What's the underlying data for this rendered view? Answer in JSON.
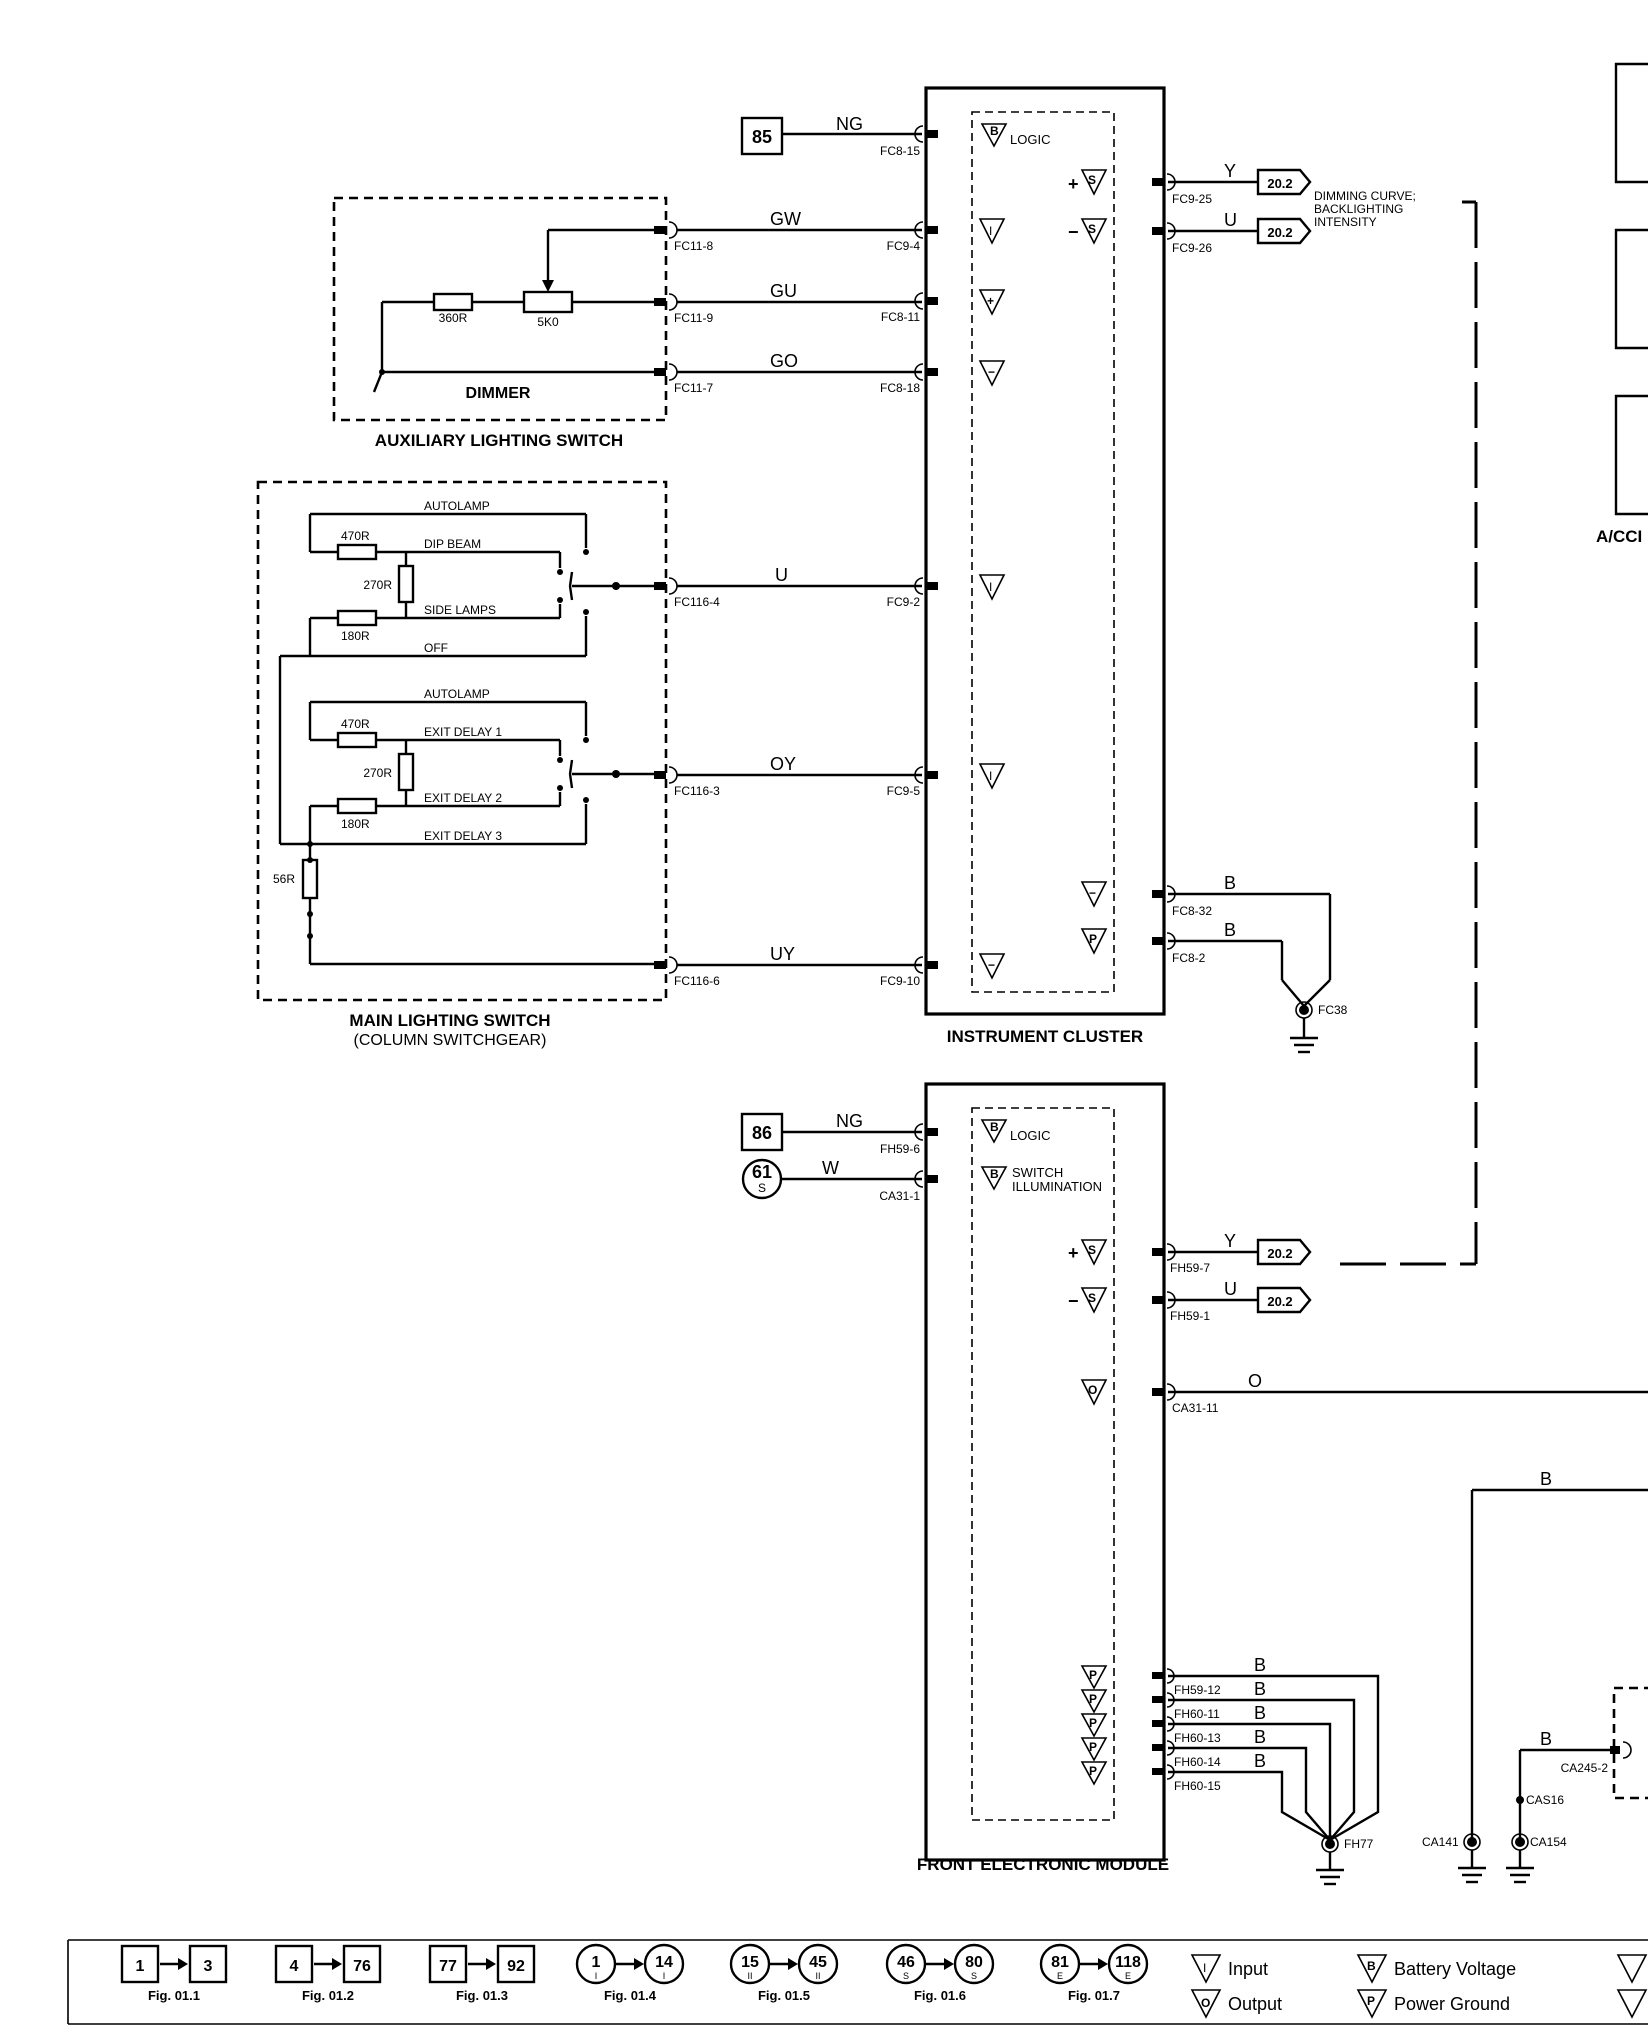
{
  "nodes": {
    "ref_85": "85",
    "ref_86": "86",
    "ref_61": "61",
    "ref_61_sub": "S",
    "out_20_2": "20.2",
    "dimmer": "DIMMER",
    "aux_switch": "AUXILIARY LIGHTING SWITCH",
    "main_switch": "MAIN LIGHTING SWITCH",
    "main_switch_sub": "(COLUMN SWITCHGEAR)",
    "instrument_cluster": "INSTRUMENT CLUSTER",
    "front_module": "FRONT ELECTRONIC MODULE",
    "acc_partial": "A/CCI",
    "logic": "LOGIC",
    "switch_illum_1": "SWITCH",
    "switch_illum_2": "ILLUMINATION",
    "dim_note_1": "DIMMING CURVE;",
    "dim_note_2": "BACKLIGHTING",
    "dim_note_3": "INTENSITY",
    "res_360r": "360R",
    "res_5k0": "5K0",
    "res_470r": "470R",
    "res_270r": "270R",
    "res_180r": "180R",
    "res_56r": "56R",
    "sw_autolamp": "AUTOLAMP",
    "sw_dip_beam": "DIP BEAM",
    "sw_side_lamps": "SIDE LAMPS",
    "sw_off": "OFF",
    "sw_exit1": "EXIT DELAY 1",
    "sw_exit2": "EXIT DELAY 2",
    "sw_exit3": "EXIT DELAY 3",
    "gnd_fc38": "FC38",
    "gnd_fh77": "FH77",
    "gnd_ca141": "CA141",
    "gnd_ca154": "CA154",
    "splice_cas16": "CAS16"
  },
  "wires": {
    "ng": "NG",
    "gw": "GW",
    "gu": "GU",
    "go": "GO",
    "u": "U",
    "oy": "OY",
    "uy": "UY",
    "y": "Y",
    "b": "B",
    "w": "W",
    "o": "O"
  },
  "pins": {
    "fc8_15": "FC8-15",
    "fc11_8": "FC11-8",
    "fc9_4": "FC9-4",
    "fc11_9": "FC11-9",
    "fc8_11": "FC8-11",
    "fc11_7": "FC11-7",
    "fc8_18": "FC8-18",
    "fc116_4": "FC116-4",
    "fc9_2": "FC9-2",
    "fc116_3": "FC116-3",
    "fc9_5": "FC9-5",
    "fc116_6": "FC116-6",
    "fc9_10": "FC9-10",
    "fc9_25": "FC9-25",
    "fc9_26": "FC9-26",
    "fc8_32": "FC8-32",
    "fc8_2": "FC8-2",
    "fh59_6": "FH59-6",
    "ca31_1": "CA31-1",
    "fh59_7": "FH59-7",
    "fh59_1": "FH59-1",
    "ca31_11": "CA31-11",
    "fh59_12": "FH59-12",
    "fh60_11": "FH60-11",
    "fh60_13": "FH60-13",
    "fh60_14": "FH60-14",
    "fh60_15": "FH60-15",
    "ca245_2": "CA245-2"
  },
  "legend": {
    "groups": [
      {
        "a": "1",
        "b": "3",
        "fig": "Fig. 01.1"
      },
      {
        "a": "4",
        "b": "76",
        "fig": "Fig. 01.2"
      },
      {
        "a": "77",
        "b": "92",
        "fig": "Fig. 01.3"
      },
      {
        "a": "1",
        "b": "14",
        "sub": "I",
        "fig": "Fig. 01.4"
      },
      {
        "a": "15",
        "b": "45",
        "sub": "II",
        "fig": "Fig. 01.5"
      },
      {
        "a": "46",
        "b": "80",
        "sub": "S",
        "fig": "Fig. 01.6"
      },
      {
        "a": "81",
        "b": "118",
        "sub": "E",
        "fig": "Fig. 01.7"
      }
    ],
    "input": "Input",
    "output": "Output",
    "battery_voltage": "Battery Voltage",
    "power_ground": "Power Ground"
  }
}
